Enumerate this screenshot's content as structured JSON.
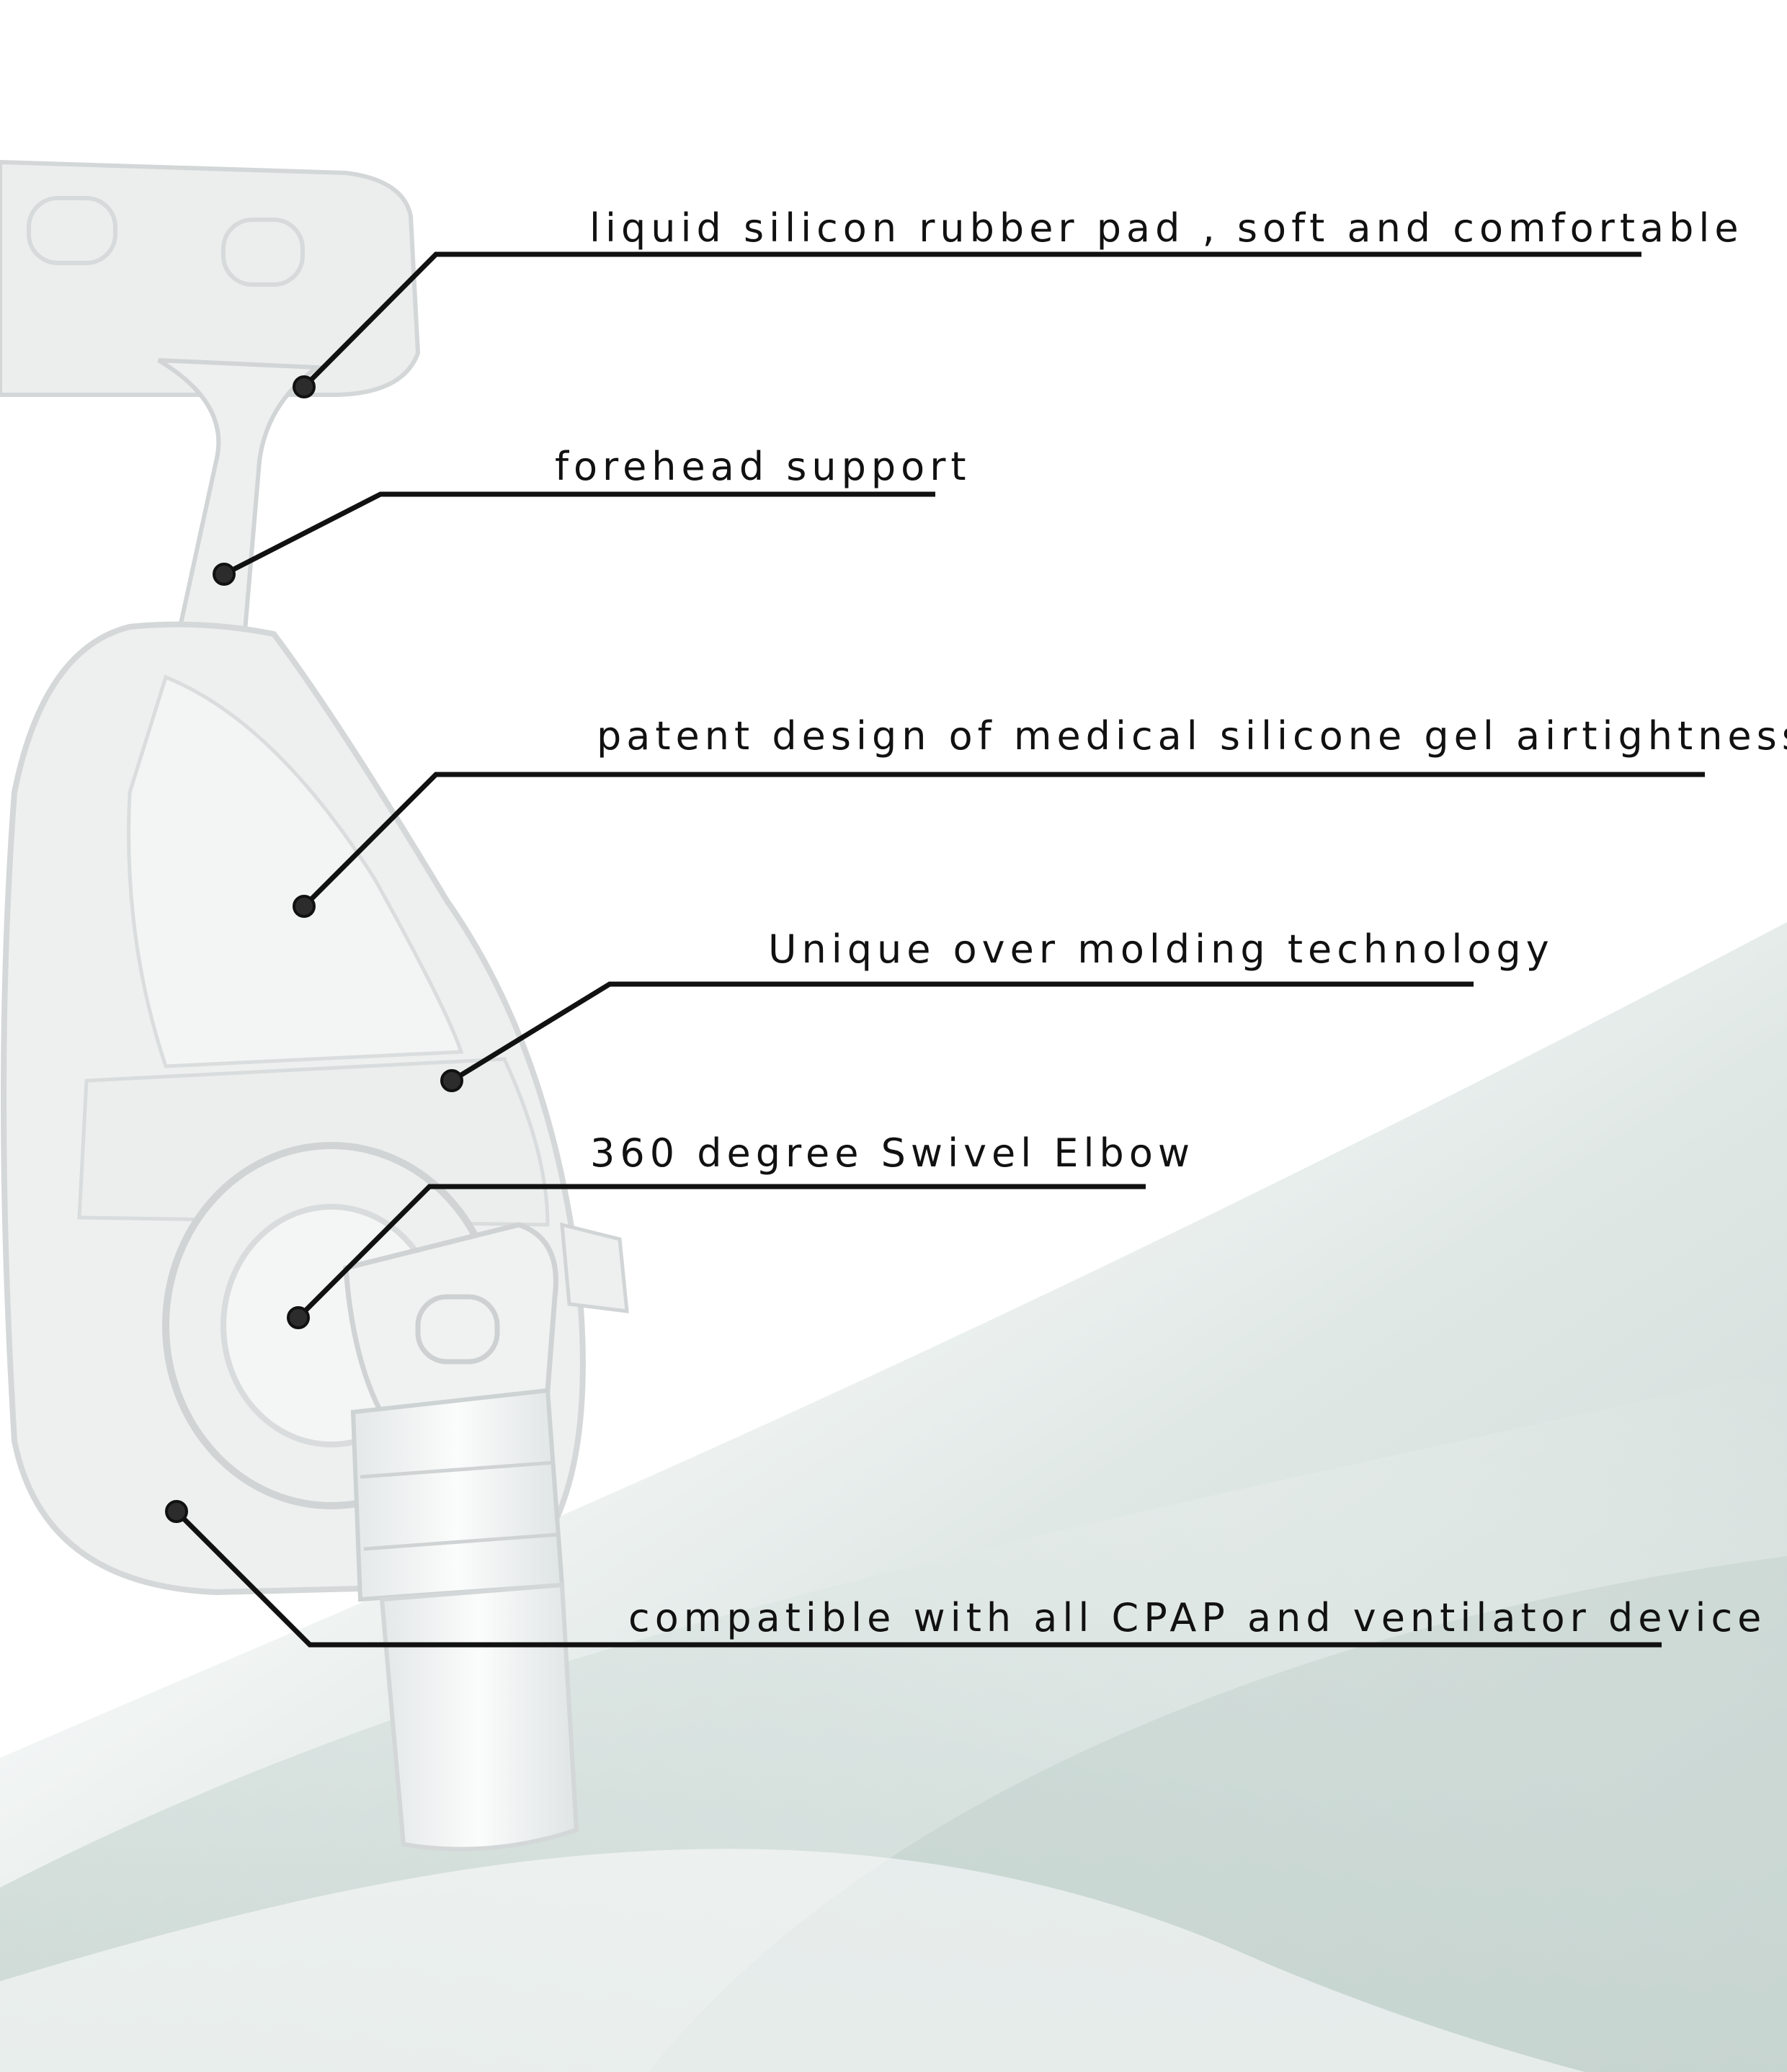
{
  "callouts": [
    {
      "id": "pad",
      "label": "liquid silicon rubber pad , soft and comfortable"
    },
    {
      "id": "forehead",
      "label": "forehead support"
    },
    {
      "id": "seal",
      "label": "patent design of medical silicone gel airtightness"
    },
    {
      "id": "molding",
      "label": "Unique over molding technology"
    },
    {
      "id": "elbow",
      "label": "360 degree Swivel Elbow"
    },
    {
      "id": "compat",
      "label": "compatible with all CPAP and ventilator device"
    }
  ],
  "colors": {
    "background": "#ffffff",
    "wave": "#c9d6d2",
    "mask_body": "#eef0f0",
    "mask_edge": "#d2d6d6",
    "line": "#111111",
    "text": "#111111"
  }
}
